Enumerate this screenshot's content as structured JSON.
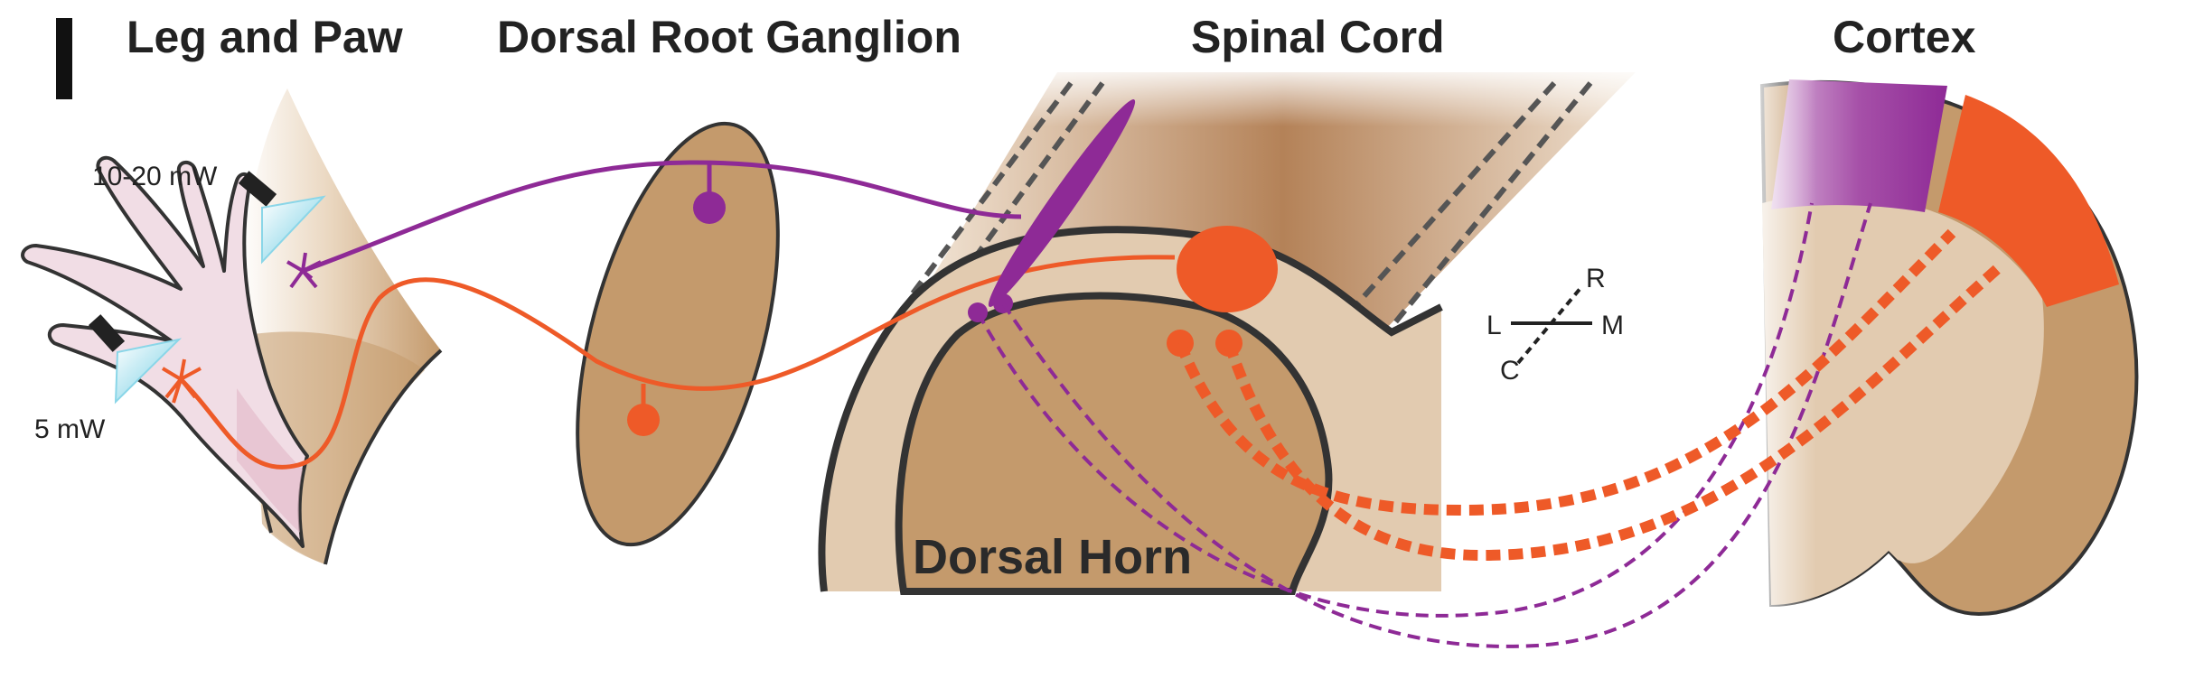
{
  "titles": {
    "leg_paw": "Leg and Paw",
    "drg": "Dorsal Root Ganglion",
    "spinal_cord": "Spinal Cord",
    "cortex": "Cortex"
  },
  "labels": {
    "power_high": "10-20 mW",
    "power_low": "5 mW",
    "dorsal_horn": "Dorsal Horn"
  },
  "orientation": {
    "rostral": "R",
    "lateral": "L",
    "medial": "M",
    "caudal": "C"
  },
  "colors": {
    "purple": "#8e2a96",
    "orange": "#ee5a28",
    "tissue_dark": "#c49a6c",
    "tissue_light": "#e2cbb0",
    "paw": "#f1dde5",
    "light_blue": "#7fd4e6",
    "outline": "#333333"
  }
}
